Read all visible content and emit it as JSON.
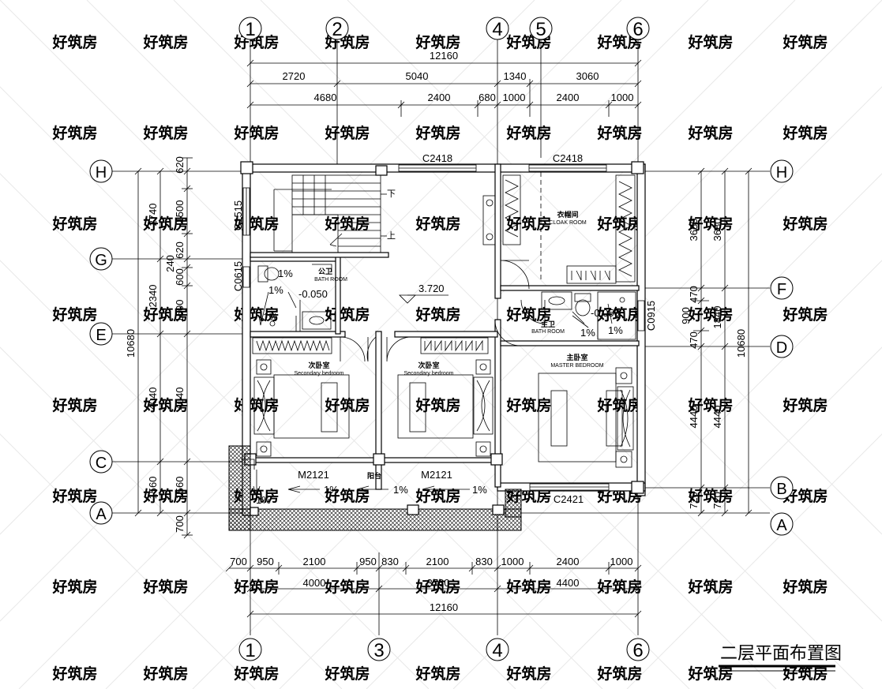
{
  "title": "二层平面布置图",
  "watermark": "好筑房",
  "axis_bubbles": {
    "top": [
      "1",
      "2",
      "4",
      "5",
      "6"
    ],
    "bottom": [
      "1",
      "3",
      "4",
      "6"
    ],
    "left": [
      "H",
      "G",
      "E",
      "C",
      "A"
    ],
    "right": [
      "H",
      "F",
      "D",
      "B",
      "A"
    ]
  },
  "dimensions": {
    "top_total": "12160",
    "top_row1": [
      "2720",
      "5040",
      "1340",
      "3060"
    ],
    "top_row2": [
      "4680",
      "2400",
      "680",
      "1000",
      "2400",
      "1000"
    ],
    "bottom_row1": [
      "700",
      "950",
      "2100",
      "950",
      "830",
      "2100",
      "830",
      "1000",
      "2400",
      "1000"
    ],
    "bottom_row2": [
      "4000",
      "3760",
      "4400"
    ],
    "bottom_total": "12160",
    "left_outer": "10680",
    "left_mid": [
      "2740",
      "2340",
      "4040",
      "1560"
    ],
    "left_inner": [
      "620",
      "1500",
      "620",
      "240",
      "600",
      "1500",
      "4040",
      "1560",
      "700"
    ],
    "right_inner": [
      "3680",
      "470",
      "900",
      "470",
      "4440",
      "720"
    ],
    "right_mid": [
      "3680",
      "1840",
      "4440",
      "720"
    ],
    "right_outer": "10680"
  },
  "labels": {
    "window_c2418_a": "C2418",
    "window_c2418_b": "C2418",
    "window_c1515": "C1515",
    "window_c0615": "C0615",
    "window_c0915": "C0915",
    "window_c2421": "C2421",
    "door_m2121_a": "M2121",
    "door_m2121_b": "M2121",
    "elevation_main": "3.720",
    "elevation_bath1": "-0.050",
    "elevation_bath2": "-0.050",
    "slope": "1%",
    "stair_down": "下",
    "stair_up": "上",
    "balcony": "阳台"
  },
  "rooms": {
    "public_bath_cn": "公卫",
    "public_bath_en": "BATH ROOM",
    "cloak_cn": "衣帽间",
    "cloak_en": "CLOAK ROOM",
    "master_bath_cn": "主卫",
    "master_bath_en": "BATH ROOM",
    "secondary_a_cn": "次卧室",
    "secondary_a_en": "Secondary bedroom",
    "secondary_b_cn": "次卧室",
    "secondary_b_en": "Secondary bedroom",
    "master_bed_cn": "主卧室",
    "master_bed_en": "MASTER BEDROOM"
  }
}
